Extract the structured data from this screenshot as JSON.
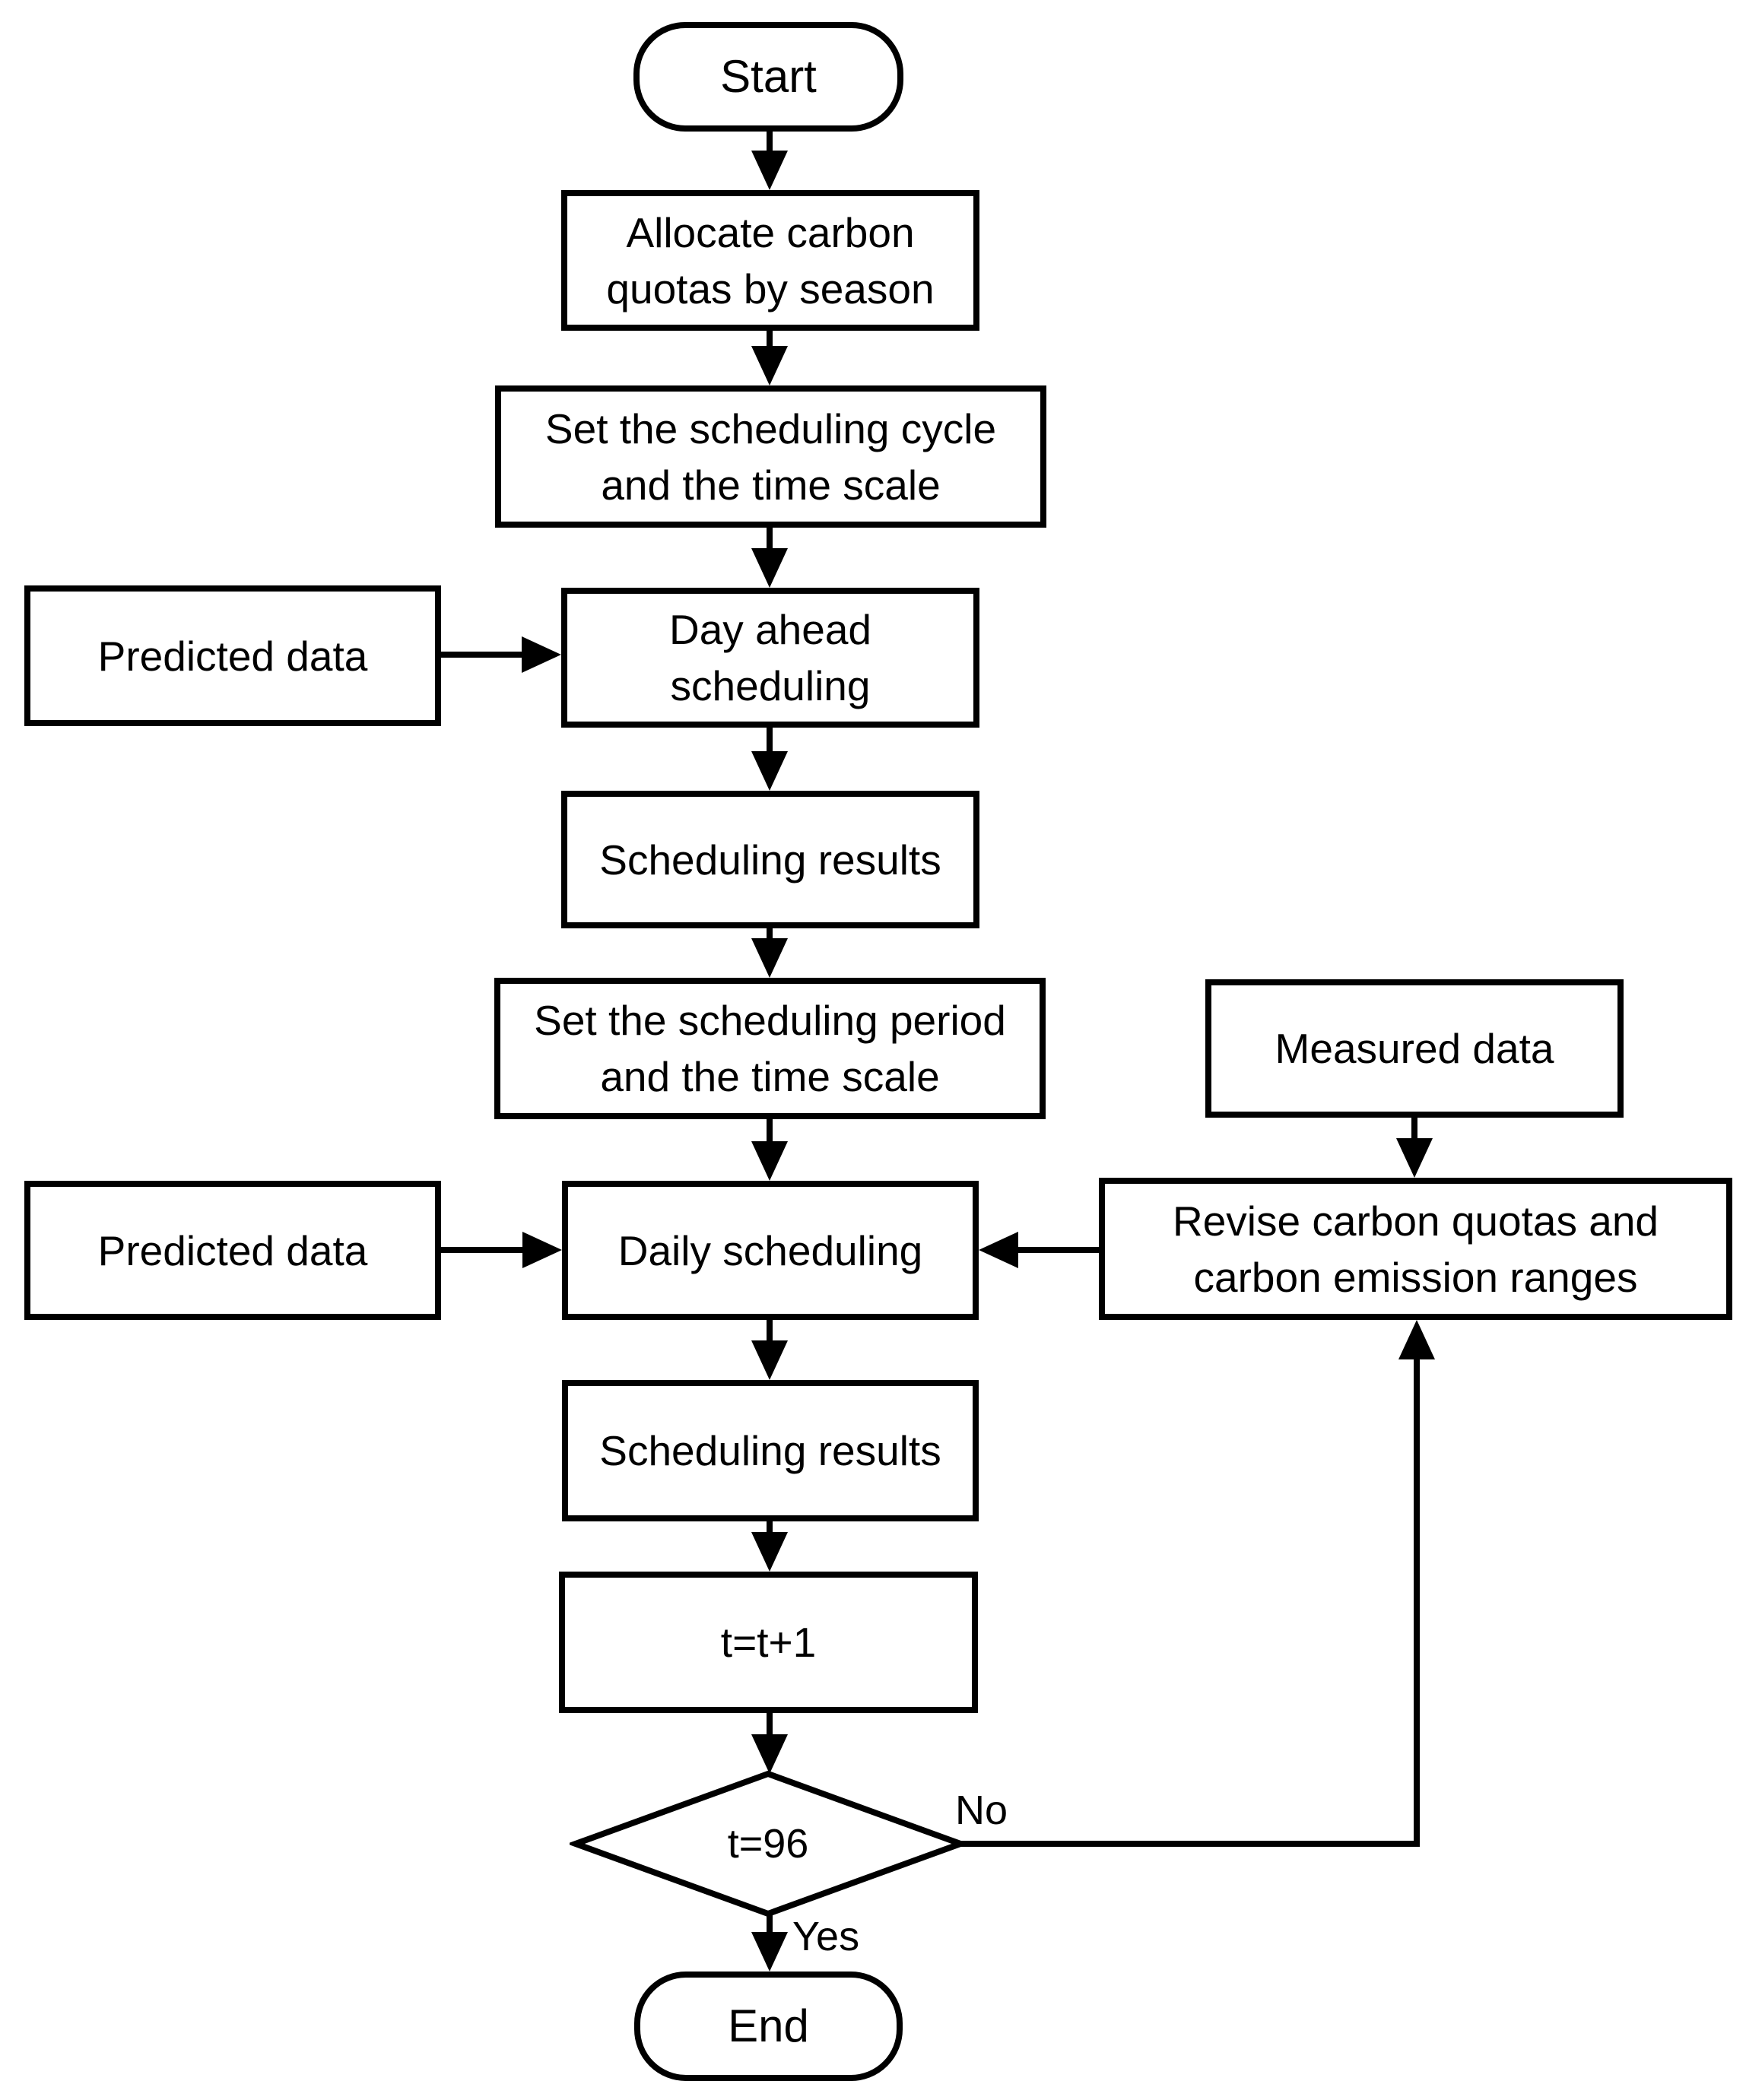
{
  "diagram": {
    "type": "flowchart",
    "colors": {
      "line": "#000000",
      "node_fill": "#ffffff",
      "background": "#ffffff",
      "text": "#000000"
    },
    "nodes": {
      "start": {
        "label": "Start"
      },
      "allocate": {
        "line1": "Allocate carbon",
        "line2": "quotas by season"
      },
      "set_cycle": {
        "line1": "Set the scheduling cycle",
        "line2": "and the time scale"
      },
      "predicted_data_1": {
        "label": "Predicted data"
      },
      "day_ahead": {
        "line1": "Day ahead",
        "line2": "scheduling"
      },
      "scheduling_results_1": {
        "label": "Scheduling results"
      },
      "set_period": {
        "line1": "Set the scheduling period",
        "line2": "and the time scale"
      },
      "measured_data": {
        "label": "Measured data"
      },
      "predicted_data_2": {
        "label": "Predicted data"
      },
      "daily": {
        "label": "Daily scheduling"
      },
      "revise": {
        "line1": "Revise carbon quotas and",
        "line2": "carbon emission ranges"
      },
      "scheduling_results_2": {
        "label": "Scheduling results"
      },
      "increment": {
        "label": "t=t+1"
      },
      "decision": {
        "label": "t=96"
      },
      "end": {
        "label": "End"
      }
    },
    "edge_labels": {
      "no": "No",
      "yes": "Yes"
    }
  }
}
